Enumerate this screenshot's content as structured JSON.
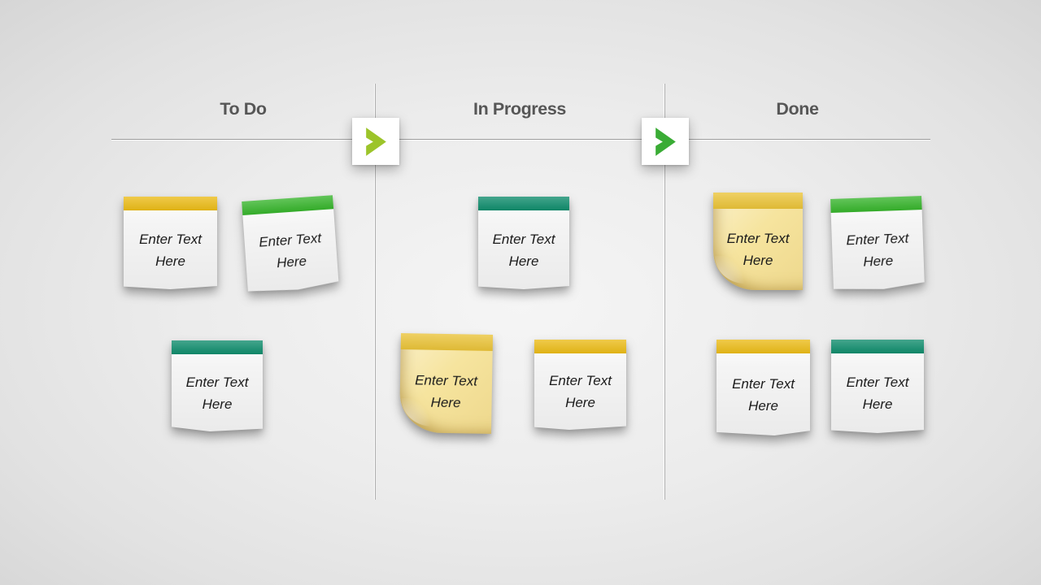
{
  "columns": [
    {
      "id": "todo",
      "label": "To Do"
    },
    {
      "id": "in_progress",
      "label": "In Progress"
    },
    {
      "id": "done",
      "label": "Done"
    }
  ],
  "arrows": [
    {
      "name": "todo-to-inprogress",
      "icon": "chevron-right-icon",
      "color": "#9cc42a"
    },
    {
      "name": "inprogress-to-done",
      "icon": "chevron-right-icon",
      "color": "#3aac35"
    }
  ],
  "colors": {
    "bar_yellow": "#ebbb17",
    "bar_green": "#36b42b",
    "bar_teal": "#0f8c6c",
    "sticky_bar": "#eac338",
    "sticky_body": "#f6e49e",
    "header_text": "#565656"
  },
  "notes": [
    {
      "column": "To Do",
      "variant": "paper",
      "bar_color": "#ebbb17",
      "text": "Enter Text Here",
      "line1": "Enter Text",
      "line2": "Here"
    },
    {
      "column": "To Do",
      "variant": "paper",
      "bar_color": "#36b42b",
      "text": "Enter Text Here",
      "line1": "Enter Text",
      "line2": "Here"
    },
    {
      "column": "To Do",
      "variant": "paper",
      "bar_color": "#0f8c6c",
      "text": "Enter Text Here",
      "line1": "Enter Text",
      "line2": "Here"
    },
    {
      "column": "In Progress",
      "variant": "paper",
      "bar_color": "#0f8c6c",
      "text": "Enter Text Here",
      "line1": "Enter Text",
      "line2": "Here"
    },
    {
      "column": "In Progress",
      "variant": "sticky",
      "bar_color": "#eac338",
      "body_color": "#f6e49e",
      "text": "Enter Text Here",
      "line1": "Enter Text",
      "line2": "Here"
    },
    {
      "column": "In Progress",
      "variant": "paper",
      "bar_color": "#ebbb17",
      "text": "Enter Text Here",
      "line1": "Enter Text",
      "line2": "Here"
    },
    {
      "column": "Done",
      "variant": "sticky",
      "bar_color": "#eac338",
      "body_color": "#f6e49e",
      "text": "Enter Text Here",
      "line1": "Enter Text",
      "line2": "Here"
    },
    {
      "column": "Done",
      "variant": "paper",
      "bar_color": "#36b42b",
      "text": "Enter Text Here",
      "line1": "Enter Text",
      "line2": "Here"
    },
    {
      "column": "Done",
      "variant": "paper",
      "bar_color": "#ebbb17",
      "text": "Enter Text Here",
      "line1": "Enter Text",
      "line2": "Here"
    },
    {
      "column": "Done",
      "variant": "paper",
      "bar_color": "#0f8c6c",
      "text": "Enter Text Here",
      "line1": "Enter Text",
      "line2": "Here"
    }
  ]
}
